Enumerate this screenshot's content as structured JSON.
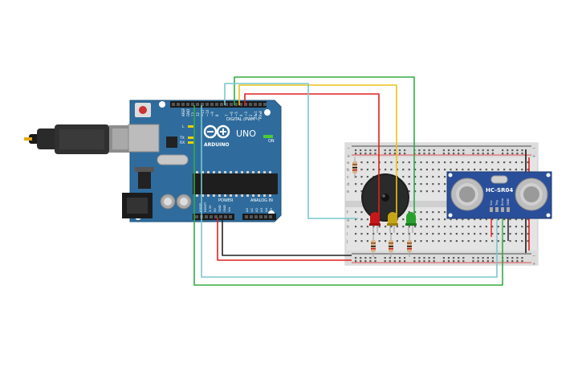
{
  "arduino": {
    "brand": "ARDUINO",
    "model": "UNO",
    "digital_label": "DIGITAL (PWM~)",
    "power_label": "POWER",
    "analog_label": "ANALOG IN",
    "on_label": "ON",
    "aref": "AREF",
    "gnd": "GND",
    "tx": "TX",
    "rx": "RX",
    "l": "L",
    "pin_13": "13",
    "pin_12": "12",
    "pin_11": "~11",
    "pin_10": "~10",
    "pin_9": "~9",
    "pin_8": "8",
    "pin_7": "7",
    "pin_6": "~6",
    "pin_5": "~5",
    "pin_4": "4",
    "pin_3": "~3",
    "pin_2": "2",
    "pin_tx1": "TX▸1",
    "pin_rx0": "RX◂0",
    "ioref": "IOREF",
    "reset": "RESET",
    "v33": "3.3V",
    "v5": "5V",
    "gnd1": "GND",
    "gnd2": "GND",
    "vin": "Vin",
    "a0": "A0",
    "a1": "A1",
    "a2": "A2",
    "a3": "A3",
    "a4": "A4",
    "a5": "A5"
  },
  "sensor": {
    "model": "HC-SR04",
    "vcc": "Vcc",
    "trig": "Trig",
    "echo": "Echo",
    "gnd": "GND"
  },
  "breadboard": {
    "rows_left": [
      "a",
      "b",
      "c",
      "d",
      "e",
      "f",
      "g",
      "h",
      "i",
      "j"
    ],
    "plus": "+",
    "minus": "−"
  },
  "colors": {
    "board": "#2f6c9d",
    "wire_red": "#e0201f",
    "wire_yellow": "#e9c21a",
    "wire_green": "#32ab44",
    "wire_cyan": "#79c7cf",
    "wire_black": "#222222",
    "led_red": "#c8171a",
    "led_yellow": "#c7a514",
    "led_green": "#28a02b",
    "sensor_board": "#2a4f9a"
  }
}
